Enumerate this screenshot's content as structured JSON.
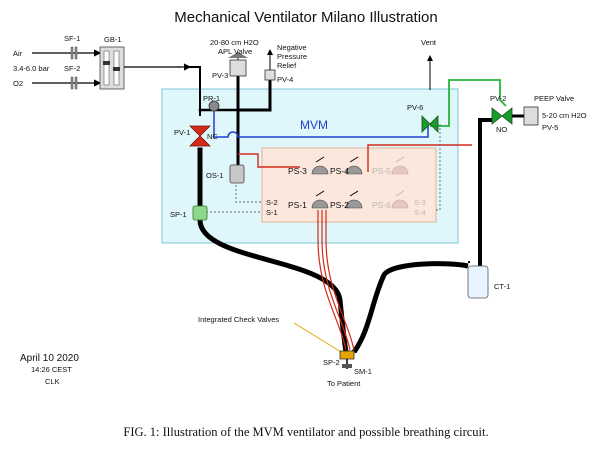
{
  "title": "Mechanical Ventilator Milano Illustration",
  "caption": "FIG. 1:  Illustration of the MVM ventilator and possible breathing circuit.",
  "colors": {
    "mvm_box_fill": "#dff6fa",
    "mvm_box_stroke": "#7fc4d8",
    "inner_box_fill": "#fbe7dc",
    "inner_box_stroke": "#e0b49a",
    "pipe_black": "#000000",
    "line_blue": "#1f3fd0",
    "line_red": "#d42a1a",
    "line_green": "#22b53a",
    "valve_red": "#d42a1a",
    "valve_green": "#1b9a2d",
    "mvm_label": "#1f3fd0"
  },
  "labels": {
    "air": "Air",
    "pressure": "3.4-6.0 bar",
    "o2": "O2",
    "sf1": "SF-1",
    "sf2": "SF-2",
    "gb1": "GB-1",
    "apl_range": "20-80 cm H2O",
    "apl_valve": "APL Valve",
    "pv3": "PV-3",
    "neg1": "Negative",
    "neg2": "Pressure",
    "neg3": "Relief",
    "pv4": "PV-4",
    "vent": "Vent",
    "pv6": "PV-6",
    "pv2": "PV-2",
    "peep_valve": "PEEP Valve",
    "peep_range": "5-20 cm H2O",
    "pv5": "PV-5",
    "nc": "NC",
    "no": "NO",
    "pr1": "PR-1",
    "pv1": "PV-1",
    "mvm": "MVM",
    "os1": "OS-1",
    "sp1": "SP-1",
    "ps1": "PS-1",
    "ps2": "PS-2",
    "ps3": "PS-3",
    "ps4": "PS-4",
    "ps5": "PS-5",
    "ps6": "PS-6",
    "s1": "S-1",
    "s2": "S-2",
    "s3": "S-3",
    "s4": "S-4",
    "ct1": "CT-1",
    "check_valves": "Integrated Check Valves",
    "sp2": "SP-2",
    "sm1": "SM-1",
    "to_patient": "To Patient",
    "date": "April 10 2020",
    "time": "14:26 CEST",
    "author": "CLK"
  }
}
